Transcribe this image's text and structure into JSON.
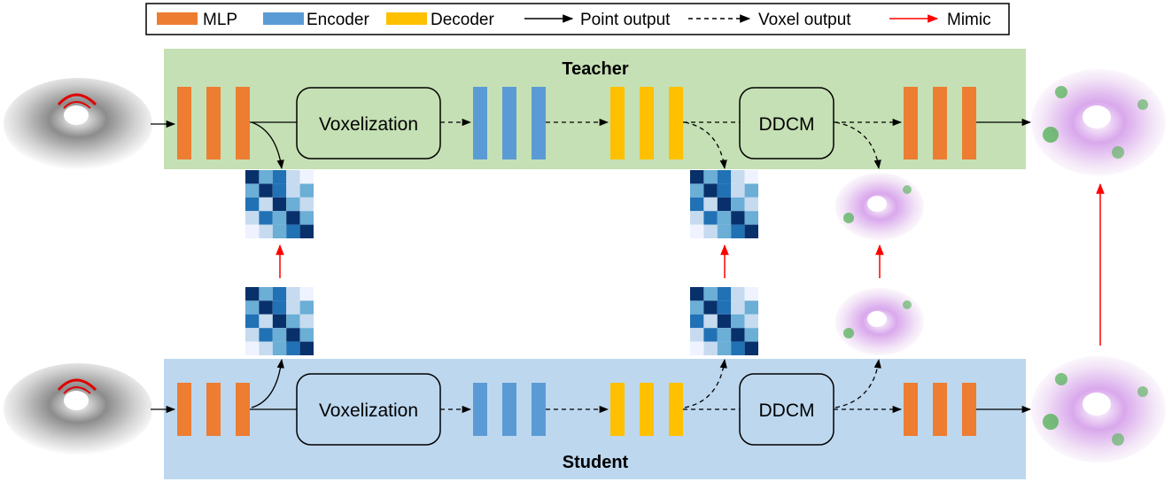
{
  "legend": {
    "items": [
      {
        "kind": "swatch",
        "label": "MLP",
        "color": "#ED7D31"
      },
      {
        "kind": "swatch",
        "label": "Encoder",
        "color": "#5B9BD5"
      },
      {
        "kind": "swatch",
        "label": "Decoder",
        "color": "#FFC000"
      },
      {
        "kind": "solid-arrow",
        "label": "Point output",
        "color": "#000000"
      },
      {
        "kind": "dashed-arrow",
        "label": "Voxel output",
        "color": "#000000"
      },
      {
        "kind": "red-arrow",
        "label": "Mimic",
        "color": "#FF0000"
      }
    ]
  },
  "teacher": {
    "title": "Teacher",
    "band_color": "#C5E0B4"
  },
  "student": {
    "title": "Student",
    "band_color": "#BDD7EE"
  },
  "modules": {
    "voxelization": "Voxelization",
    "ddcm": "DDCM"
  },
  "colors": {
    "mlp": "#ED7D31",
    "encoder": "#5B9BD5",
    "decoder": "#FFC000",
    "mimic": "#FF0000",
    "affinity": [
      "#08306B",
      "#2171B5",
      "#6BAED6",
      "#C6DBEF",
      "#EFF3FF"
    ],
    "segmentation": [
      "#A64CC8",
      "#4CAF50"
    ]
  },
  "icons": [
    "lidar-scan-icon",
    "affinity-matrix-icon",
    "segmentation-map-icon"
  ]
}
